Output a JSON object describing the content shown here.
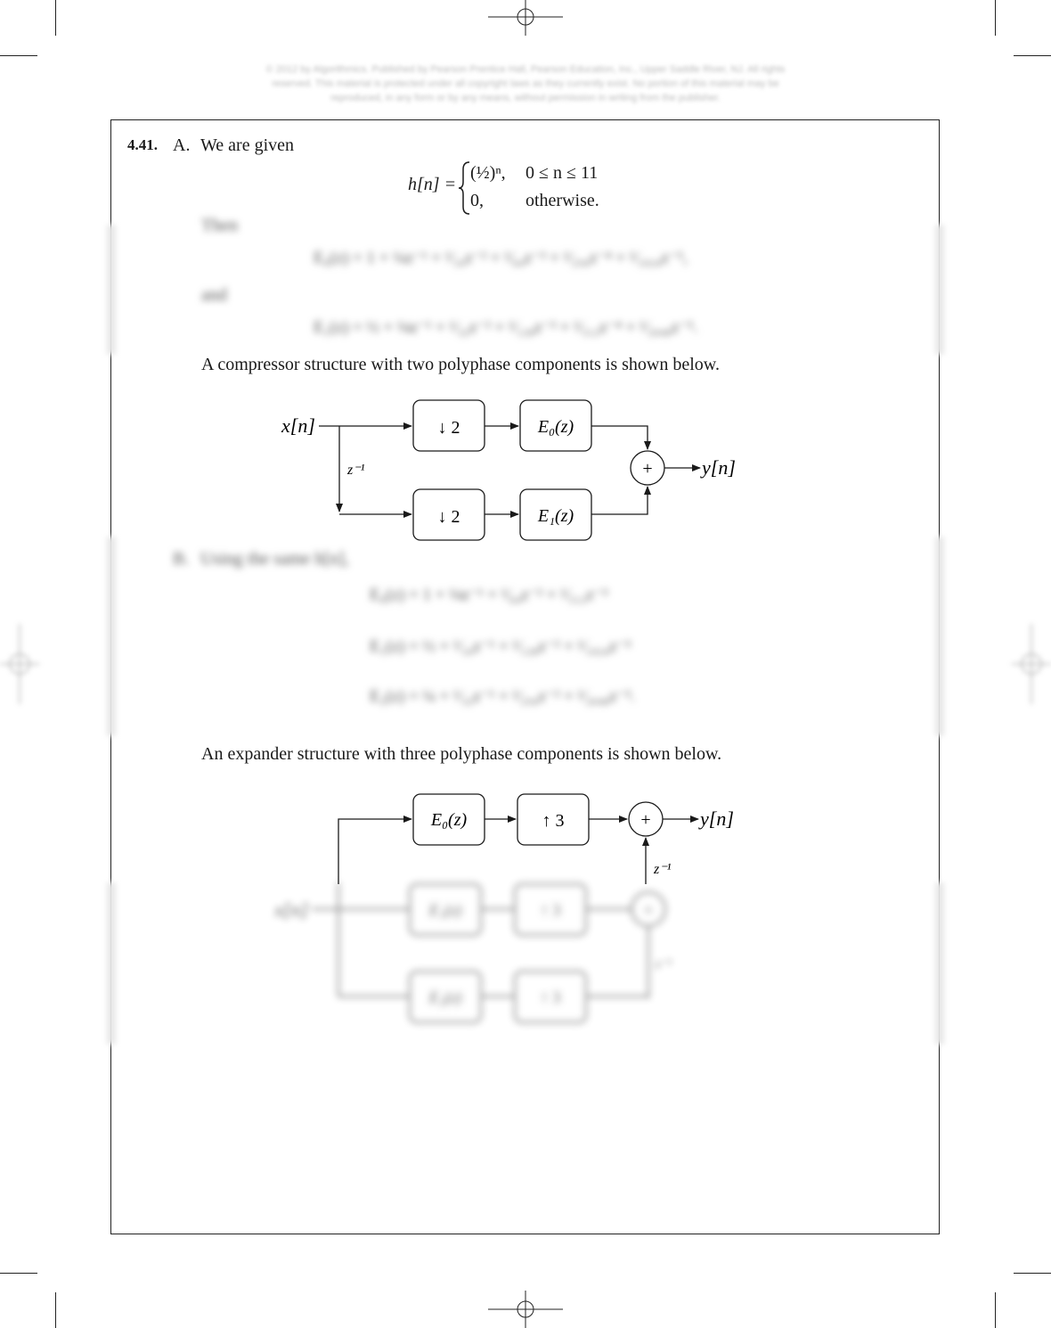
{
  "header": {
    "copyright": "© 2012 by Algorithmics. Published by Pearson Prentice Hall, Pearson Education, Inc., Upper Saddle River, NJ. All rights reserved. This material is protected under all copyright laws as they currently exist. No portion of this material may be reproduced, in any form or by any means, without permission in writing from the publisher."
  },
  "problem": {
    "number": "4.41.",
    "part_a_label": "A.",
    "intro": "We are given",
    "eq_lhs": "h[n] =",
    "case1_expr": "(½)ⁿ,",
    "case1_cond": "0 ≤ n ≤ 11",
    "case2_expr": "0,",
    "case2_cond": "otherwise.",
    "then_label": "Then",
    "e0_blurred": "E₀(z) = 1 + ¼z⁻¹ + ¹⁄₁₆z⁻² + ¹⁄₆₄z⁻³ + ¹⁄₂₅₆z⁻⁴ + ¹⁄₁₀₂₄z⁻⁵,",
    "and_label": "and",
    "e1_blurred": "E₁(z) = ½ + ⅛z⁻¹ + ¹⁄₃₂z⁻² + ¹⁄₁₂₈z⁻³ + ¹⁄₅₁₂z⁻⁴ + ¹⁄₂₀₄₈z⁻⁵.",
    "compressor_caption": "A compressor structure with two polyphase components is shown below.",
    "part_b_label": "B.",
    "part_b_intro": "Using the same h[n],",
    "b_eq1": "E₀(z) = 1 + ⅛z⁻¹ + ¹⁄₆₄z⁻² + ¹⁄₅₁₂z⁻³",
    "b_eq2": "E₁(z) = ½ + ¹⁄₁₆z⁻¹ + ¹⁄₁₂₈z⁻² + ¹⁄₁₀₂₄z⁻³",
    "b_eq3": "E₂(z) = ¼ + ¹⁄₃₂z⁻¹ + ¹⁄₂₅₆z⁻² + ¹⁄₂₀₄₈z⁻³.",
    "expander_caption": "An expander structure with three polyphase components is shown below."
  },
  "diagram_compressor": {
    "input": "x[n]",
    "delay": "z⁻¹",
    "down_top": "↓ 2",
    "down_bottom": "↓ 2",
    "filter_top": "E₀(z)",
    "filter_bottom": "E₁(z)",
    "sum": "+",
    "output": "y[n]"
  },
  "diagram_expander": {
    "filter_top": "E₀(z)",
    "up_top": "↑ 3",
    "sum_top": "+",
    "output": "y[n]",
    "delay_top": "z⁻¹",
    "input_blurred": "x[n]",
    "filter_mid": "E₁(z)",
    "up_mid": "↑ 3",
    "sum_mid": "+",
    "delay_bottom": "z⁻¹",
    "filter_bottom": "E₂(z)",
    "up_bottom": "↑ 3"
  }
}
